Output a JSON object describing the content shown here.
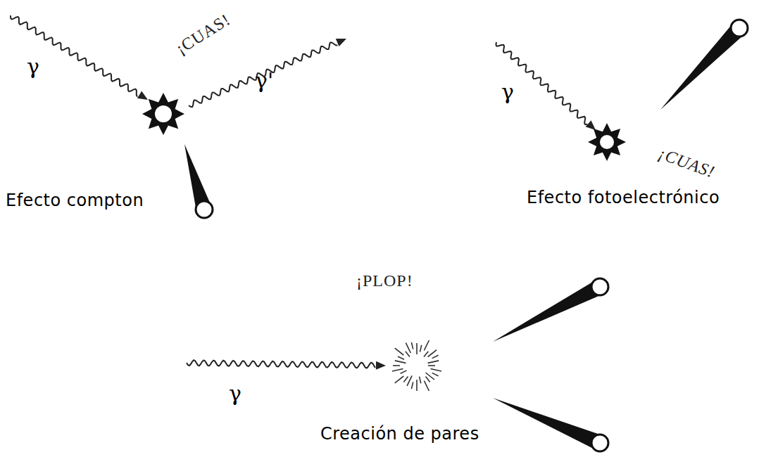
{
  "diagram": {
    "labels": [
      "γ",
      "¡CUAS!",
      "γ'",
      "Efecto compton",
      "γ",
      "¡CUAS!",
      "Efecto fotoelectrónico",
      "¡PLOP!",
      "γ",
      "Creación de pares"
    ]
  }
}
